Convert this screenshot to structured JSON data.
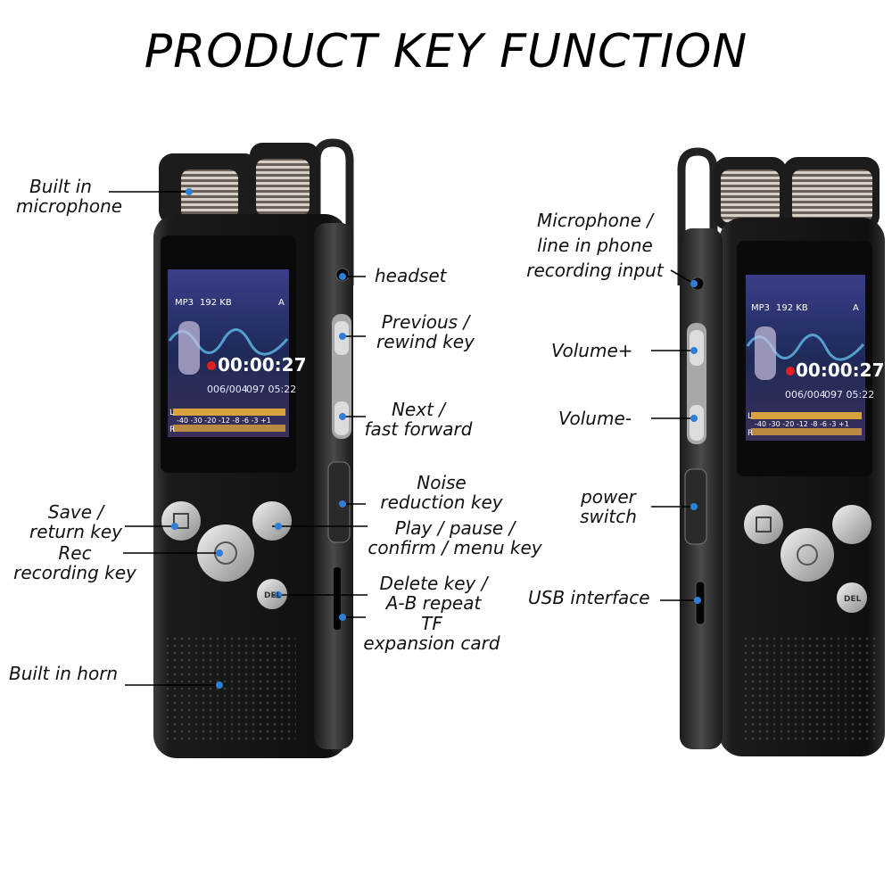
{
  "title": "PRODUCT KEY FUNCTION",
  "labels": {
    "builtin_mic_1": "Built in",
    "builtin_mic_2": "microphone",
    "headset": "headset",
    "prev_1": "Previous /",
    "prev_2": "rewind key",
    "next_1": "Next /",
    "next_2": "fast forward",
    "noise_1": "Noise",
    "noise_2": "reduction key",
    "play_1": "Play / pause /",
    "play_2": "confirm / menu key",
    "save_1": "Save /",
    "save_2": "return key",
    "rec_1": "Rec",
    "rec_2": "recording key",
    "delete_1": "Delete key /",
    "delete_2": "A-B repeat",
    "tf_1": "TF",
    "tf_2": "expansion card",
    "horn": "Built in horn",
    "micline_1": "Microphone /",
    "micline_2": "line in phone",
    "micline_3": "recording input",
    "volup": "Volume+",
    "voldown": "Volume-",
    "power_1": "power",
    "power_2": "switch",
    "usb": "USB interface"
  },
  "screen": {
    "format": "MP3",
    "bitrate": "192 KB",
    "mode": "A",
    "time": "00:00:27",
    "track": "006/004",
    "date": "097 05:22",
    "level_scale": "-40 -30 -20 -12 -8 -6 -3 +1",
    "left_ch": "L",
    "right_ch": "R"
  },
  "buttons": {
    "delete": "DEL"
  },
  "colors": {
    "device_body": "#141414",
    "screen_bg": "#2b2f6a",
    "time_text": "#ffffff",
    "level_bar": "#d9a23c",
    "callout_dot": "#2f7fd8",
    "callout_line": "#000000"
  }
}
